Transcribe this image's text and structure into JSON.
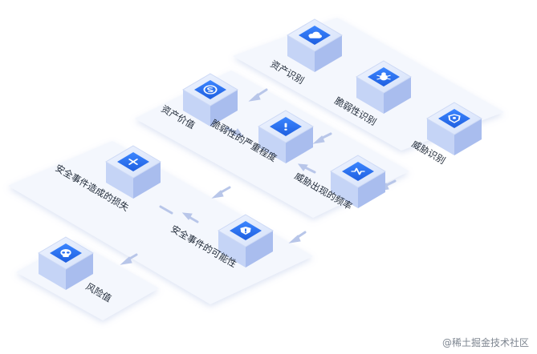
{
  "nodes": {
    "asset_identification": {
      "label": "资产识别",
      "icon": "cloud-icon"
    },
    "vulnerability_identification": {
      "label": "脆弱性识别",
      "icon": "bug-icon"
    },
    "threat_identification": {
      "label": "威胁识别",
      "icon": "shield-icon"
    },
    "asset_value": {
      "label": "资产价值",
      "icon": "currency-icon"
    },
    "vulnerability_severity": {
      "label": "脆弱性的严重程度",
      "icon": "alert-icon"
    },
    "threat_frequency": {
      "label": "威胁出现的频率",
      "icon": "pulse-icon"
    },
    "incident_loss": {
      "label": "安全事件造成的损失",
      "icon": "close-icon"
    },
    "incident_likelihood": {
      "label": "安全事件的可能性",
      "icon": "warning-shield-icon"
    },
    "risk_value": {
      "label": "风险值",
      "icon": "skull-icon"
    }
  },
  "watermark": "@稀土掘金技术社区",
  "colors": {
    "platform": "#f3f6fd",
    "cube_light": "#e3ebfb",
    "cube_mid": "#c5d4f6",
    "cube_dark": "#a9bdee",
    "icon_bg": "#2b6ff0",
    "arrow": "#b8c6e9"
  }
}
